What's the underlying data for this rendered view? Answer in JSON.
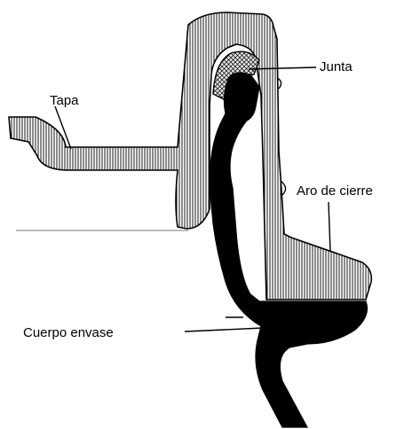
{
  "labels": {
    "junta": "Junta",
    "tapa": "Tapa",
    "aro": "Aro de cierre",
    "cuerpo": "Cuerpo envase"
  },
  "colors": {
    "ink": "#000000",
    "paper": "#ffffff",
    "gasket_fill": "#e6e6e6"
  }
}
